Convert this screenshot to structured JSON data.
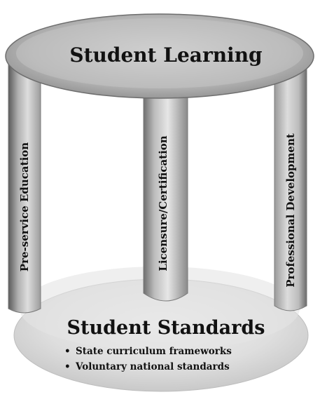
{
  "top": {
    "title": "Student Learning"
  },
  "pillars": [
    {
      "label": "Pre-service Education"
    },
    {
      "label": "Licensure/Certification"
    },
    {
      "label": "Professional Development"
    }
  ],
  "base": {
    "title": "Student Standards",
    "bullets": [
      {
        "marker": "•",
        "text": "State curriculum frameworks"
      },
      {
        "marker": "•",
        "text": "Voluntary national standards"
      }
    ]
  }
}
